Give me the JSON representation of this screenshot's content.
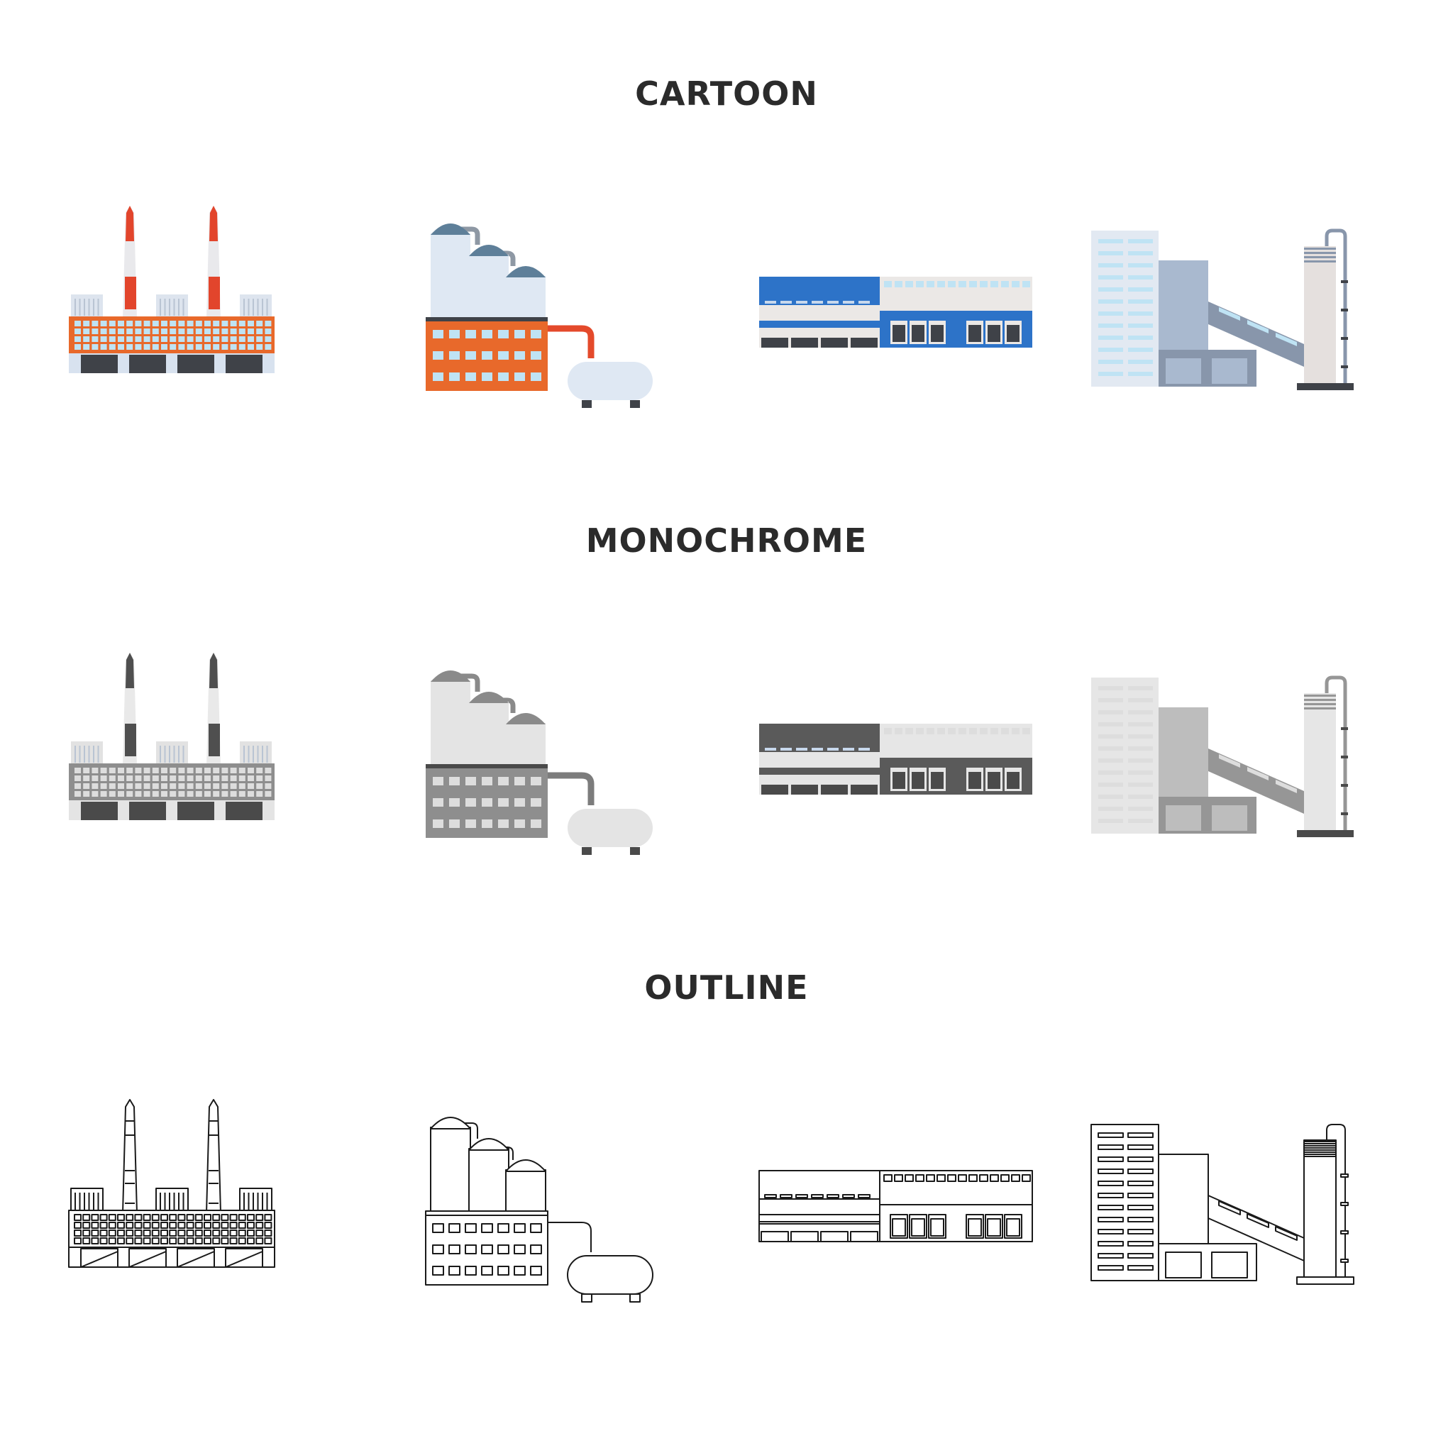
{
  "sections": [
    {
      "title": "CARTOON",
      "style": "cartoon",
      "icons": [
        "power-plant",
        "chemical-plant",
        "warehouse",
        "refinery"
      ]
    },
    {
      "title": "MONOCHROME",
      "style": "monochrome",
      "icons": [
        "power-plant",
        "chemical-plant",
        "warehouse",
        "refinery"
      ]
    },
    {
      "title": "OUTLINE",
      "style": "outline",
      "icons": [
        "power-plant",
        "chemical-plant",
        "warehouse",
        "refinery"
      ]
    }
  ],
  "palettes": {
    "cartoon": {
      "brick": "#e8692b",
      "window": "#bfe3f4",
      "base": "#d8e2ef",
      "dark": "#3f4248",
      "chimney": "#e9e9ec",
      "chimneyBand": "#e2452c",
      "metal": "#e2e9f2",
      "vent": "#dde4ee",
      "tank": "#dfe8f3",
      "tankCap": "#5e7f99",
      "pipe": "#8e98a4",
      "redPipe": "#e44a2b",
      "blue": "#2d73c8",
      "light": "#ebe8e6",
      "steel": "#a9b9cf",
      "steelDark": "#8896ab",
      "column": "#e5e0de"
    },
    "monochrome": {
      "brick": "#8e8e8e",
      "window": "#dddddd",
      "base": "#e4e4e4",
      "dark": "#4a4a4a",
      "chimney": "#e9e9e9",
      "chimneyBand": "#4f4f4f",
      "metal": "#e6e6e6",
      "vent": "#e2e2e2",
      "tank": "#e4e4e4",
      "tankCap": "#8a8a8a",
      "pipe": "#8a8a8a",
      "redPipe": "#7c7c7c",
      "blue": "#5a5a5a",
      "light": "#e6e6e6",
      "steel": "#bdbdbd",
      "steelDark": "#969696",
      "column": "#e6e6e6"
    },
    "outline": {
      "brick": "#ffffff",
      "window": "#ffffff",
      "base": "#ffffff",
      "dark": "#ffffff",
      "chimney": "#ffffff",
      "chimneyBand": "#ffffff",
      "metal": "#ffffff",
      "vent": "#ffffff",
      "tank": "#ffffff",
      "tankCap": "#ffffff",
      "pipe": "#ffffff",
      "redPipe": "#ffffff",
      "blue": "#ffffff",
      "light": "#ffffff",
      "steel": "#ffffff",
      "steelDark": "#ffffff",
      "column": "#ffffff",
      "stroke": "#1a1a1a"
    }
  }
}
